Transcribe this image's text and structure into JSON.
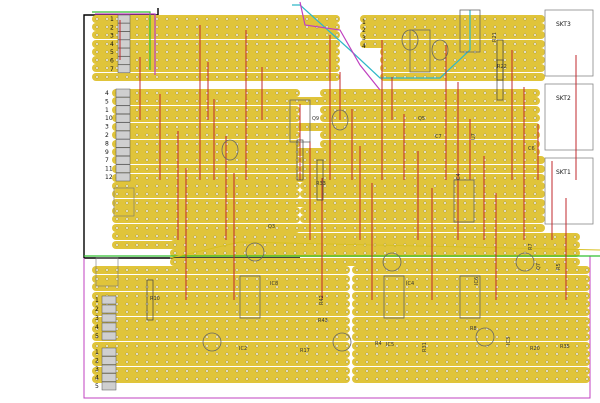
{
  "board": {
    "top_header_pins": [
      "1",
      "2",
      "3",
      "4",
      "5",
      "6",
      "7"
    ],
    "tl_header_pins": [
      "1",
      "2",
      "3",
      "4",
      "5",
      "6",
      "7"
    ],
    "mid_header_pins": [
      "4",
      "5",
      "1",
      "10",
      "3",
      "2",
      "8",
      "9",
      "7",
      "11",
      "12"
    ],
    "bl_header_pins": [
      "1",
      "2",
      "3",
      "4",
      "5"
    ],
    "bl2_header_pins": [
      "1",
      "2",
      "3",
      "4",
      "5"
    ],
    "sockets": [
      "SKT3",
      "SKT2",
      "SKT1"
    ],
    "part_labels": [
      "R21",
      "R22",
      "R20",
      "R5",
      "R10",
      "R35",
      "R31",
      "R17",
      "R43",
      "R42",
      "R33",
      "R4",
      "R7",
      "R8",
      "Q3",
      "U7",
      "IC2",
      "IC5",
      "IC3",
      "IC8",
      "IC4",
      "IC6",
      "Q9",
      "Q5",
      "Q7",
      "C6",
      "C7",
      "C4"
    ]
  },
  "colors": {
    "pad": "#e0c43a",
    "trace_red": "#c0282c",
    "trace_magenta": "#c040c0",
    "trace_cyan": "#30b8c8",
    "trace_green": "#30c030",
    "trace_yellow": "#d8c020",
    "outline": "#000000",
    "component": "#9a9a9a"
  }
}
